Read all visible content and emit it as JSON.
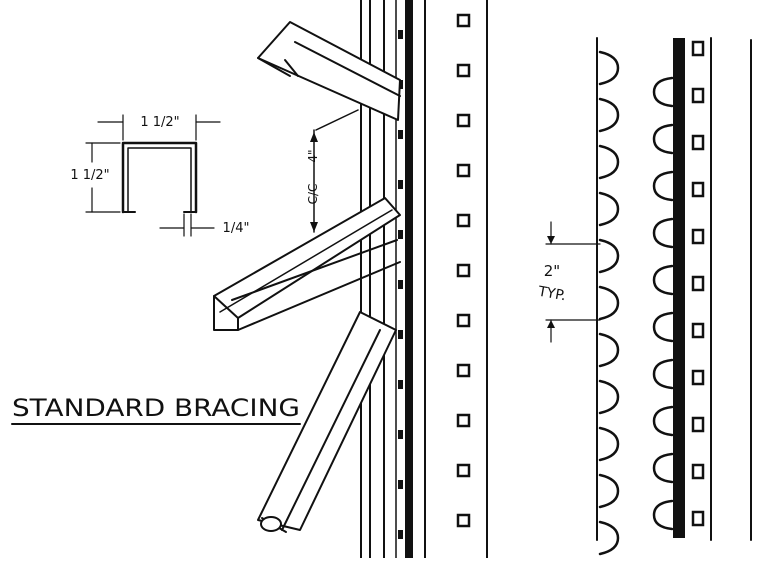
{
  "diagram": {
    "title": "STANDARD BRACING",
    "profile": {
      "width_label": "1 1/2\"",
      "height_label": "1 1/2\"",
      "lip_label": "1/4\""
    },
    "brace_spacing": {
      "value_label": "4\"",
      "unit_label": "C/C"
    },
    "slot_spacing": {
      "value_label": "2\"",
      "note_label": "TYP."
    }
  }
}
